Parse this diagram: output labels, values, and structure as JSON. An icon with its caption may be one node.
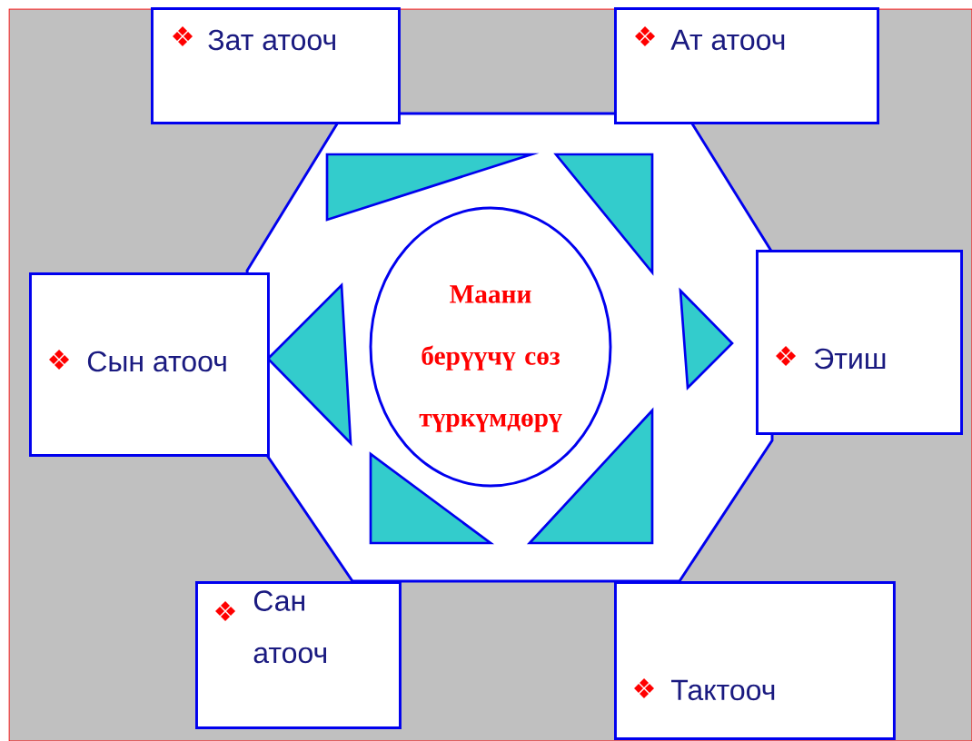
{
  "diagram": {
    "nodes": [
      {
        "text": [
          "Зат атооч"
        ]
      },
      {
        "text": [
          "Ат атооч"
        ]
      },
      {
        "text": [
          "Сын атооч"
        ]
      },
      {
        "text": [
          "Маани берүүчү сөз түркүмдөрү"
        ]
      },
      {
        "text": [
          "Этиш"
        ]
      },
      {
        "text": [
          "Сан атооч"
        ]
      },
      {
        "text": [
          "Тактооч"
        ]
      }
    ],
    "edges": []
  }
}
